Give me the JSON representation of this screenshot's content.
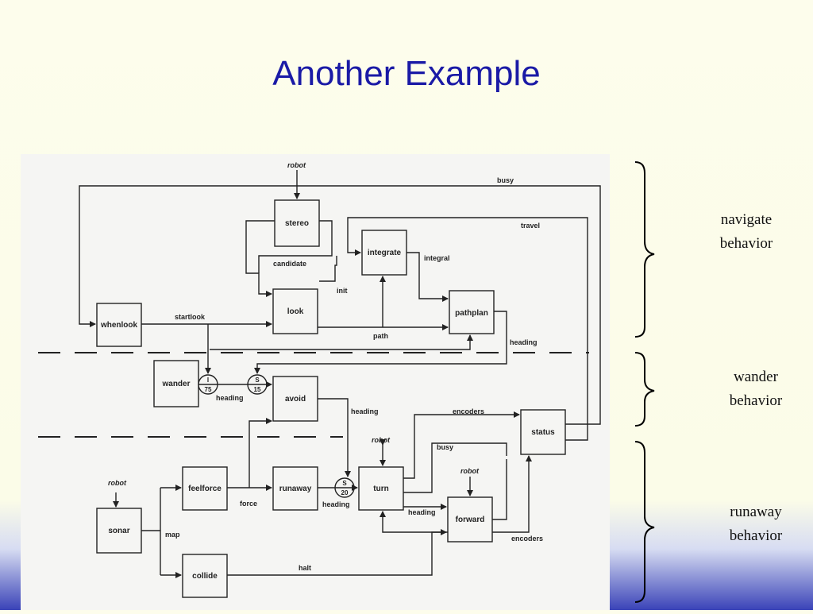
{
  "slide": {
    "title": "Another Example"
  },
  "diagram": {
    "nodes": {
      "stereo": "stereo",
      "integrate": "integrate",
      "look": "look",
      "pathplan": "pathplan",
      "whenlook": "whenlook",
      "wander": "wander",
      "avoid": "avoid",
      "status": "status",
      "feelforce": "feelforce",
      "runaway": "runaway",
      "turn": "turn",
      "forward": "forward",
      "sonar": "sonar",
      "collide": "collide"
    },
    "suppressors": {
      "i75": {
        "top": "I",
        "bottom": "75"
      },
      "s15": {
        "top": "S",
        "bottom": "15"
      },
      "s20": {
        "top": "S",
        "bottom": "20"
      }
    },
    "signals": {
      "robot_stereo": "robot",
      "robot_sonar": "robot",
      "robot_turn": "robot",
      "robot_forward": "robot",
      "busy_top": "busy",
      "travel": "travel",
      "integral": "integral",
      "candidate": "candidate",
      "init": "init",
      "startlook": "startlook",
      "path": "path",
      "heading_pathplan": "heading",
      "heading_wander": "heading",
      "heading_avoid": "heading",
      "encoders_status": "encoders",
      "busy_status": "busy",
      "force": "force",
      "heading_runaway": "heading",
      "heading_turn": "heading",
      "map": "map",
      "encoders_forward": "encoders",
      "halt": "halt"
    }
  },
  "behaviors": {
    "navigate": {
      "line1": "navigate",
      "line2": "behavior"
    },
    "wander": {
      "line1": "wander",
      "line2": "behavior"
    },
    "runaway": {
      "line1": "runaway",
      "line2": "behavior"
    }
  }
}
